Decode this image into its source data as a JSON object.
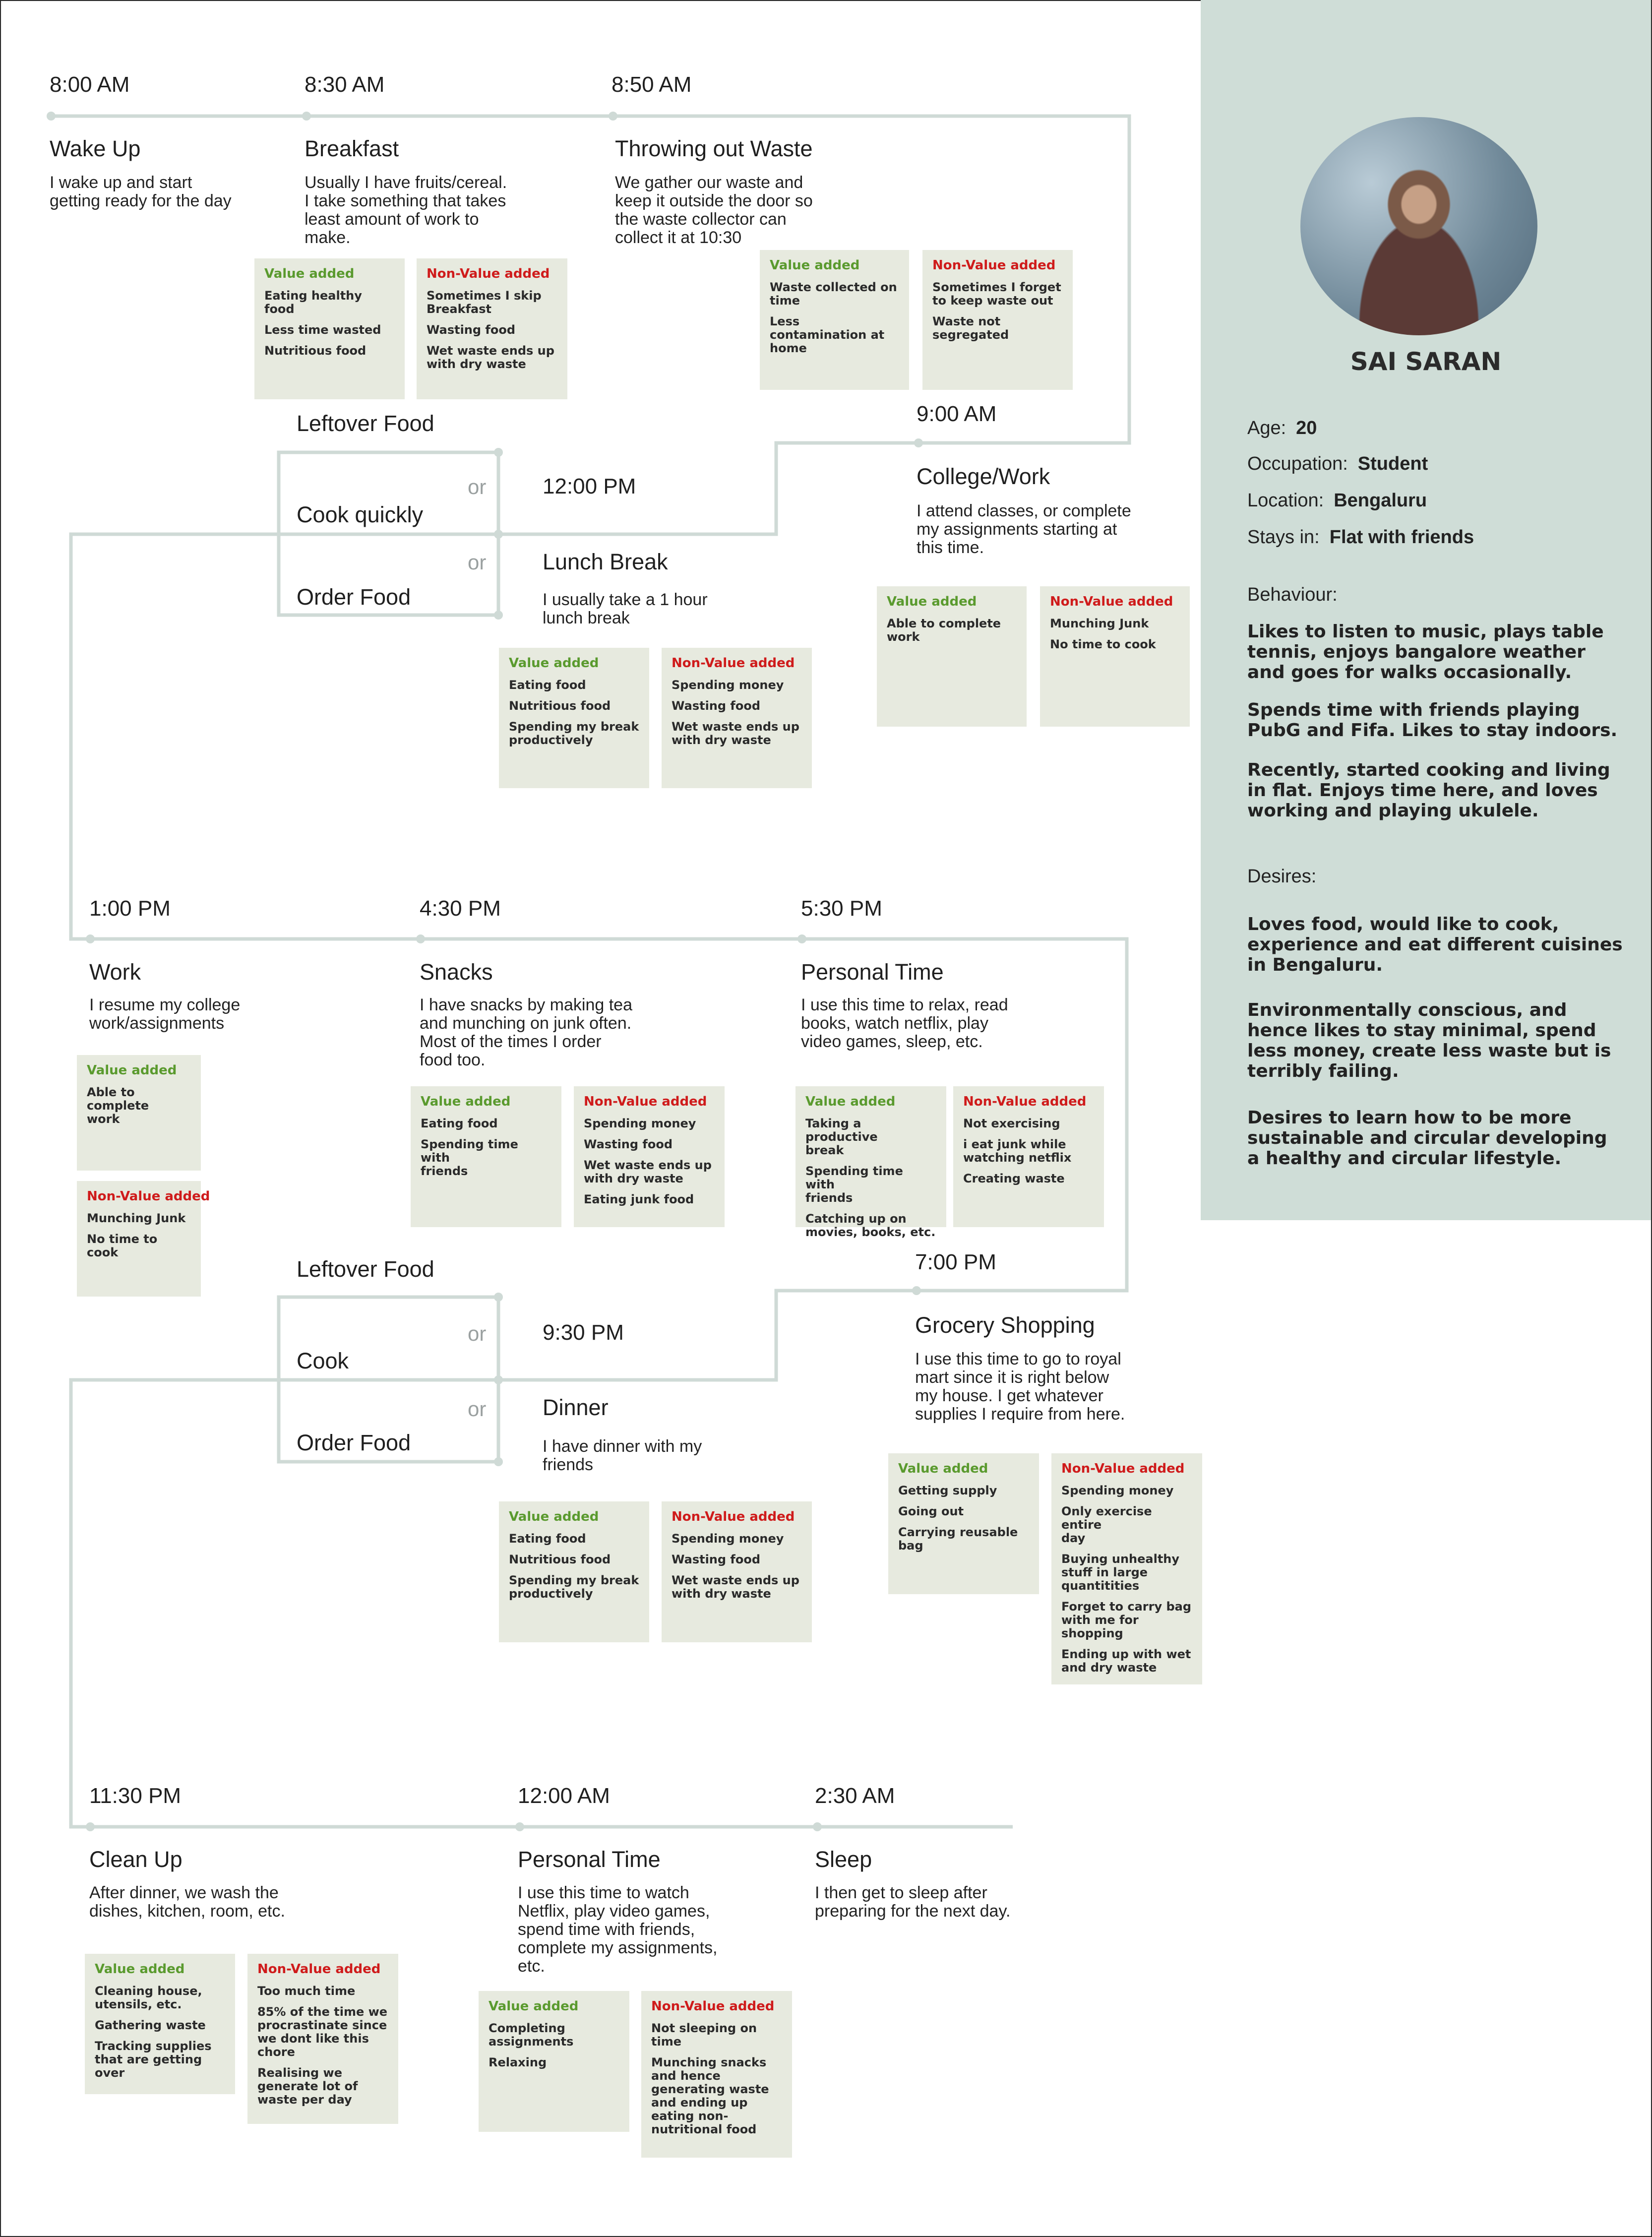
{
  "persona": {
    "name": "SAI SARAN",
    "age_label": "Age:",
    "age": "20",
    "occupation_label": "Occupation:",
    "occupation": "Student",
    "location_label": "Location:",
    "location": "Bengaluru",
    "stays_label": "Stays in:",
    "stays": "Flat with friends",
    "behaviour_label": "Behaviour:",
    "behaviour": [
      "Likes to listen to music, plays table\ntennis, enjoys bangalore weather\nand goes for walks occasionally.",
      "Spends time with friends playing\nPubG and Fifa. Likes to stay indoors.",
      "Recently, started cooking and living\nin flat. Enjoys time here, and loves\nworking and playing ukulele."
    ],
    "desires_label": "Desires:",
    "desires": [
      "Loves food, would like to cook,\nexperience and eat different cuisines\nin Bengaluru.",
      "Environmentally conscious, and\nhence likes to stay minimal, spend\nless money, create less waste but is\nterribly failing.",
      "Desires to learn how to be more\nsustainable and circular developing\na healthy and circular lifestyle."
    ]
  },
  "events": [
    {
      "time": "8:00 AM",
      "title": "Wake Up",
      "desc": "I wake up and start\ngetting ready for the day"
    },
    {
      "time": "8:30 AM",
      "title": "Breakfast",
      "desc": "Usually I have fruits/cereal.\nI take something that takes\nleast amount of work to\nmake."
    },
    {
      "time": "8:50 AM",
      "title": "Throwing out Waste",
      "desc": "We gather our waste and\nkeep it outside the door so\nthe waste collector can\ncollect it at 10:30"
    },
    {
      "time": "9:00 AM",
      "title": "College/Work",
      "desc": "I attend classes, or complete\nmy assignments starting at\nthis time."
    },
    {
      "time": "12:00 PM",
      "title": "Lunch Break",
      "desc": "I usually take a 1 hour\nlunch break"
    },
    {
      "time": "1:00 PM",
      "title": "Work",
      "desc": "I resume my college\nwork/assignments"
    },
    {
      "time": "4:30 PM",
      "title": "Snacks",
      "desc": "I have snacks by making tea\nand munching on junk often.\nMost of the times I order\nfood too."
    },
    {
      "time": "5:30 PM",
      "title": "Personal Time",
      "desc": "I use this time to relax, read\nbooks, watch netflix, play\nvideo games, sleep, etc."
    },
    {
      "time": "7:00 PM",
      "title": "Grocery Shopping",
      "desc": "I use this time to go to royal\nmart since it is right below\nmy house. I get whatever\nsupplies I require from here."
    },
    {
      "time": "9:30 PM",
      "title": "Dinner",
      "desc": "I have dinner with my\nfriends"
    },
    {
      "time": "11:30 PM",
      "title": "Clean Up",
      "desc": "After dinner, we wash the\ndishes, kitchen, room, etc."
    },
    {
      "time": "12:00 AM",
      "title": "Personal Time",
      "desc": "I use this time to watch\nNetflix, play video games,\nspend time with friends,\ncomplete my assignments,\netc."
    },
    {
      "time": "2:30 AM",
      "title": "Sleep",
      "desc": "I then get to sleep after\npreparing for the next day."
    }
  ],
  "choices": {
    "lunch": {
      "leftover": "Leftover Food",
      "cook": "Cook quickly",
      "order": "Order Food",
      "or": "or"
    },
    "dinner": {
      "leftover": "Leftover Food",
      "cook": "Cook",
      "order": "Order Food",
      "or": "or"
    }
  },
  "notes": [
    {
      "kind": "va",
      "heading": "Value added",
      "items": [
        "Eating healthy food",
        "Less time wasted",
        "Nutritious food"
      ]
    },
    {
      "kind": "nva",
      "heading": "Non-Value added",
      "items": [
        "Sometimes I skip\nBreakfast",
        "Wasting food",
        "Wet waste ends up\nwith dry waste"
      ]
    },
    {
      "kind": "va",
      "heading": "Value added",
      "items": [
        "Waste collected on\ntime",
        "Less\ncontamination at\nhome"
      ]
    },
    {
      "kind": "nva",
      "heading": "Non-Value added",
      "items": [
        "Sometimes I forget\nto keep waste out",
        "Waste not\nsegregated"
      ]
    },
    {
      "kind": "va",
      "heading": "Value added",
      "items": [
        "Able to complete\nwork"
      ]
    },
    {
      "kind": "nva",
      "heading": "Non-Value added",
      "items": [
        "Munching Junk",
        "No time to cook"
      ]
    },
    {
      "kind": "va",
      "heading": "Value added",
      "items": [
        "Eating food",
        "Nutritious food",
        "Spending my break\nproductively"
      ]
    },
    {
      "kind": "nva",
      "heading": "Non-Value added",
      "items": [
        "Spending money",
        "Wasting food",
        "Wet waste ends up\nwith dry waste"
      ]
    },
    {
      "kind": "va",
      "heading": "Value added",
      "items": [
        "Able to complete\nwork"
      ]
    },
    {
      "kind": "nva",
      "heading": "Non-Value added",
      "items": [
        "Munching Junk",
        "No time to cook"
      ]
    },
    {
      "kind": "va",
      "heading": "Value added",
      "items": [
        "Eating food",
        "Spending time with\nfriends"
      ]
    },
    {
      "kind": "nva",
      "heading": "Non-Value added",
      "items": [
        "Spending money",
        "Wasting food",
        "Wet waste ends up\nwith dry waste",
        "Eating junk food"
      ]
    },
    {
      "kind": "va",
      "heading": "Value added",
      "items": [
        "Taking a productive\nbreak",
        "Spending time with\nfriends",
        "Catching up on\nmovies, books, etc."
      ]
    },
    {
      "kind": "nva",
      "heading": "Non-Value added",
      "items": [
        "Not exercising",
        "i eat junk while\nwatching netflix",
        "Creating waste"
      ]
    },
    {
      "kind": "va",
      "heading": "Value added",
      "items": [
        "Getting supply",
        "Going out",
        "Carrying reusable\nbag"
      ]
    },
    {
      "kind": "nva",
      "heading": "Non-Value added",
      "items": [
        "Spending money",
        "Only exercise entire\nday",
        "Buying unhealthy\nstuff in large\nquantitities",
        "Forget to carry bag\nwith me for\nshopping",
        "Ending up with wet\nand dry waste"
      ]
    },
    {
      "kind": "va",
      "heading": "Value added",
      "items": [
        "Eating food",
        "Nutritious food",
        "Spending my break\nproductively"
      ]
    },
    {
      "kind": "nva",
      "heading": "Non-Value added",
      "items": [
        "Spending money",
        "Wasting food",
        "Wet waste ends up\nwith dry waste"
      ]
    },
    {
      "kind": "va",
      "heading": "Value added",
      "items": [
        "Cleaning house,\nutensils, etc.",
        "Gathering waste",
        "Tracking supplies\nthat are getting over"
      ]
    },
    {
      "kind": "nva",
      "heading": "Non-Value added",
      "items": [
        "Too much time",
        "85% of the time we\nprocrastinate since\nwe dont like this\nchore",
        "Realising we\ngenerate lot of\nwaste per day"
      ]
    },
    {
      "kind": "va",
      "heading": "Value added",
      "items": [
        "Completing\nassignments",
        "Relaxing"
      ]
    },
    {
      "kind": "nva",
      "heading": "Non-Value added",
      "items": [
        "Not sleeping on time",
        "Munching snacks\nand hence\ngenerating waste\nand ending up\neating non-\nnutritional food"
      ]
    }
  ],
  "colors": {
    "line": "#cfdad6",
    "note_bg": "#e7eadf",
    "value_added": "#5a9a2e",
    "non_value_added": "#cf1b1b",
    "persona_bg": "#cfddd7"
  }
}
